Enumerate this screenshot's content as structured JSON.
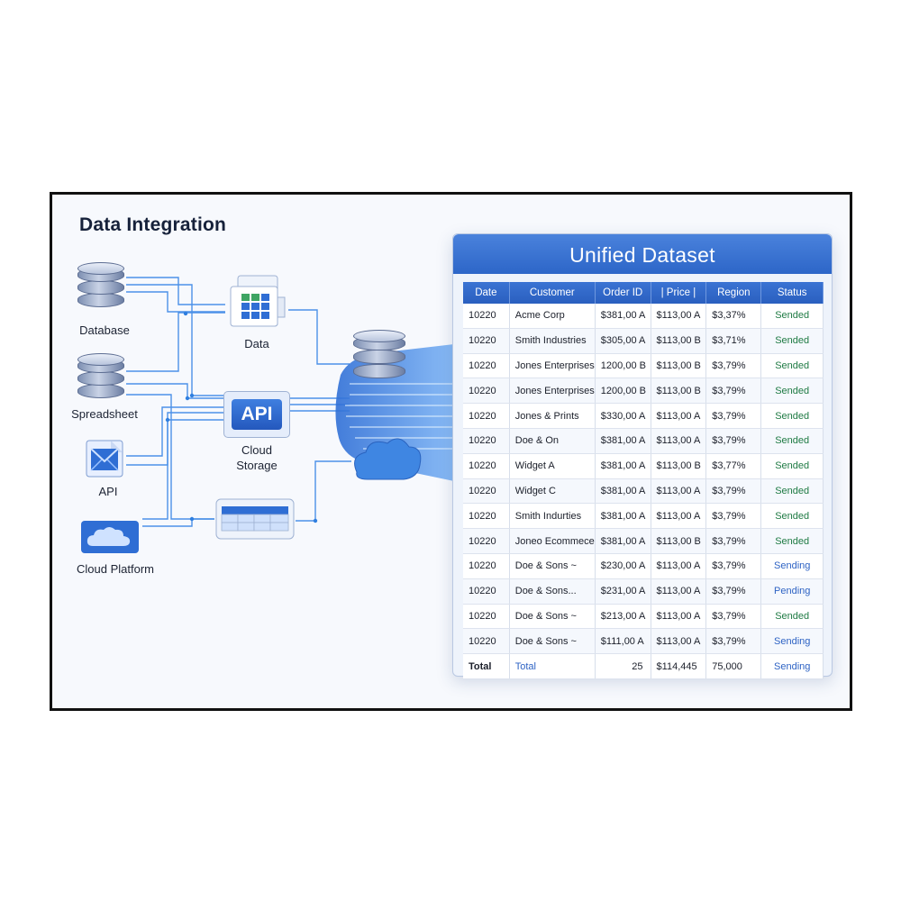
{
  "title": "Data Integration",
  "sources": {
    "database": "Database",
    "spreadsheet": "Spreadsheet",
    "api": "API",
    "cloud_platform": "Cloud Platform"
  },
  "middle": {
    "data": "Data",
    "api_badge": "API",
    "cloud_storage_line1": "Cloud",
    "cloud_storage_line2": "Storage"
  },
  "dataset": {
    "title": "Unified Dataset",
    "columns": [
      "Date",
      "Customer",
      "Order ID",
      "| Price |",
      "Region",
      "Status"
    ],
    "rows": [
      {
        "date": "10220",
        "customer": "Acme Corp",
        "order": "$381,00 A",
        "price": "$113,00 A",
        "region": "$3,37%",
        "status": "Sended"
      },
      {
        "date": "10220",
        "customer": "Smith Industries",
        "order": "$305,00 A",
        "price": "$113,00 B",
        "region": "$3,71%",
        "status": "Sended"
      },
      {
        "date": "10220",
        "customer": "Jones Enterprises",
        "order": "1200,00 B",
        "price": "$113,00 B",
        "region": "$3,79%",
        "status": "Sended"
      },
      {
        "date": "10220",
        "customer": "Jones Enterprises",
        "order": "1200,00 B",
        "price": "$113,00 B",
        "region": "$3,79%",
        "status": "Sended"
      },
      {
        "date": "10220",
        "customer": "Jones & Prints",
        "order": "$330,00 A",
        "price": "$113,00 A",
        "region": "$3,79%",
        "status": "Sended"
      },
      {
        "date": "10220",
        "customer": "Doe & On",
        "order": "$381,00 A",
        "price": "$113,00 A",
        "region": "$3,79%",
        "status": "Sended"
      },
      {
        "date": "10220",
        "customer": "Widget A",
        "order": "$381,00 A",
        "price": "$113,00 B",
        "region": "$3,77%",
        "status": "Sended"
      },
      {
        "date": "10220",
        "customer": "Widget C",
        "order": "$381,00 A",
        "price": "$113,00 A",
        "region": "$3,79%",
        "status": "Sended"
      },
      {
        "date": "10220",
        "customer": "Smith Indurties",
        "order": "$381,00 A",
        "price": "$113,00 A",
        "region": "$3,79%",
        "status": "Sended"
      },
      {
        "date": "10220",
        "customer": "Joneo Ecommece",
        "order": "$381,00 A",
        "price": "$113,00 B",
        "region": "$3,79%",
        "status": "Sended"
      },
      {
        "date": "10220",
        "customer": "Doe & Sons ~",
        "order": "$230,00 A",
        "price": "$113,00 A",
        "region": "$3,79%",
        "status": "Sending"
      },
      {
        "date": "10220",
        "customer": "Doe & Sons...",
        "order": "$231,00 A",
        "price": "$113,00 A",
        "region": "$3,79%",
        "status": "Pending"
      },
      {
        "date": "10220",
        "customer": "Doe & Sons ~",
        "order": "$213,00 A",
        "price": "$113,00 A",
        "region": "$3,79%",
        "status": "Sended"
      },
      {
        "date": "10220",
        "customer": "Doe & Sons ~",
        "order": "$111,00 A",
        "price": "$113,00 A",
        "region": "$3,79%",
        "status": "Sending"
      }
    ],
    "total": {
      "date": "Total",
      "customer": "Total",
      "order": "25",
      "price": "$114,445",
      "region": "75,000",
      "status": "Sending"
    }
  },
  "colors": {
    "accent": "#2d66c8",
    "wire": "#2f7fe0",
    "status_done": "#1e7a43",
    "status_active": "#2e63c4"
  }
}
